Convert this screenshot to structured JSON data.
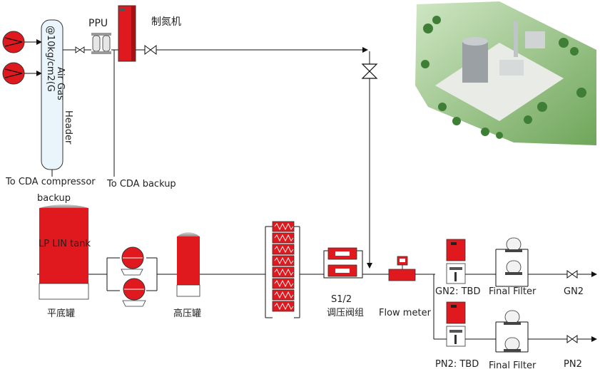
{
  "labels": {
    "ppu": "PPU",
    "nitrogen_generator": "制氮机",
    "header_line1": "@10kg/cm2(G",
    "header_line2": "Air Gas",
    "header_name": "Header",
    "to_cda_compressor": "To CDA compressor",
    "backup": "backup",
    "to_cda_backup": "To CDA backup",
    "lp_lin_tank": "LP LIN tank",
    "flat_tank": "平底罐",
    "high_pressure_tank": "高压罐",
    "s12": "S1/2",
    "pressure_regulator_group": "调压阀组",
    "flow_meter": "Flow meter",
    "gn2_tbd": "GN2: TBD",
    "pn2_tbd": "PN2: TBD",
    "final_filter_1": "Final Filter",
    "final_filter_2": "Final Filter",
    "gn2": "GN2",
    "pn2": "PN2"
  },
  "colors": {
    "equipment_red": "#e0191f",
    "line": "#111111",
    "header_fill": "#eaf4fb",
    "filter_fill": "#f2f2f2"
  },
  "icons": [
    "compressor-icon",
    "valve-icon",
    "pump-icon",
    "heat-exchanger-icon",
    "filter-icon",
    "flow-meter-icon",
    "check-valve-icon"
  ]
}
